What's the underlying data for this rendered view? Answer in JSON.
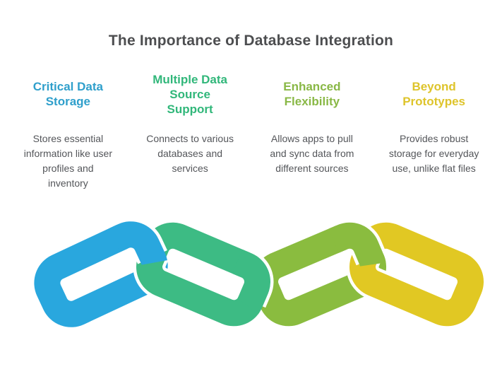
{
  "title": "The Importance of Database Integration",
  "title_color": "#4D4E50",
  "body_text_color": "#54565A",
  "columns": [
    {
      "heading": "Critical Data Storage",
      "heading_lines": [
        "Critical Data",
        "Storage"
      ],
      "color": "#2F9FCB",
      "body": "Stores essential information like user profiles and inventory",
      "body_lines": [
        "Stores essential",
        "information like user",
        "profiles and",
        "inventory"
      ]
    },
    {
      "heading": "Multiple Data Source Support",
      "heading_lines": [
        "Multiple Data",
        "Source",
        "Support"
      ],
      "color": "#31B77A",
      "body": "Connects to various databases and services",
      "body_lines": [
        "Connects to various",
        "databases and",
        "services"
      ]
    },
    {
      "heading": "Enhanced Flexibility",
      "heading_lines": [
        "Enhanced",
        "Flexibility"
      ],
      "color": "#89B846",
      "body": "Allows apps to pull and sync data from different sources",
      "body_lines": [
        "Allows apps to pull",
        "and sync data from",
        "different sources"
      ]
    },
    {
      "heading": "Beyond Prototypes",
      "heading_lines": [
        "Beyond",
        "Prototypes"
      ],
      "color": "#DEC42B",
      "body": "Provides robust storage for everyday use, unlike flat files",
      "body_lines": [
        "Provides robust",
        "storage for everyday",
        "use, unlike flat files"
      ]
    }
  ],
  "chain": {
    "casing_color": "#FFFFFF",
    "links": [
      {
        "name": "blue chain link",
        "color": "#29A7DE"
      },
      {
        "name": "green chain link",
        "color": "#3DBB84"
      },
      {
        "name": "olive chain link",
        "color": "#8ABC3F"
      },
      {
        "name": "yellow chain link",
        "color": "#E1C823"
      }
    ]
  }
}
